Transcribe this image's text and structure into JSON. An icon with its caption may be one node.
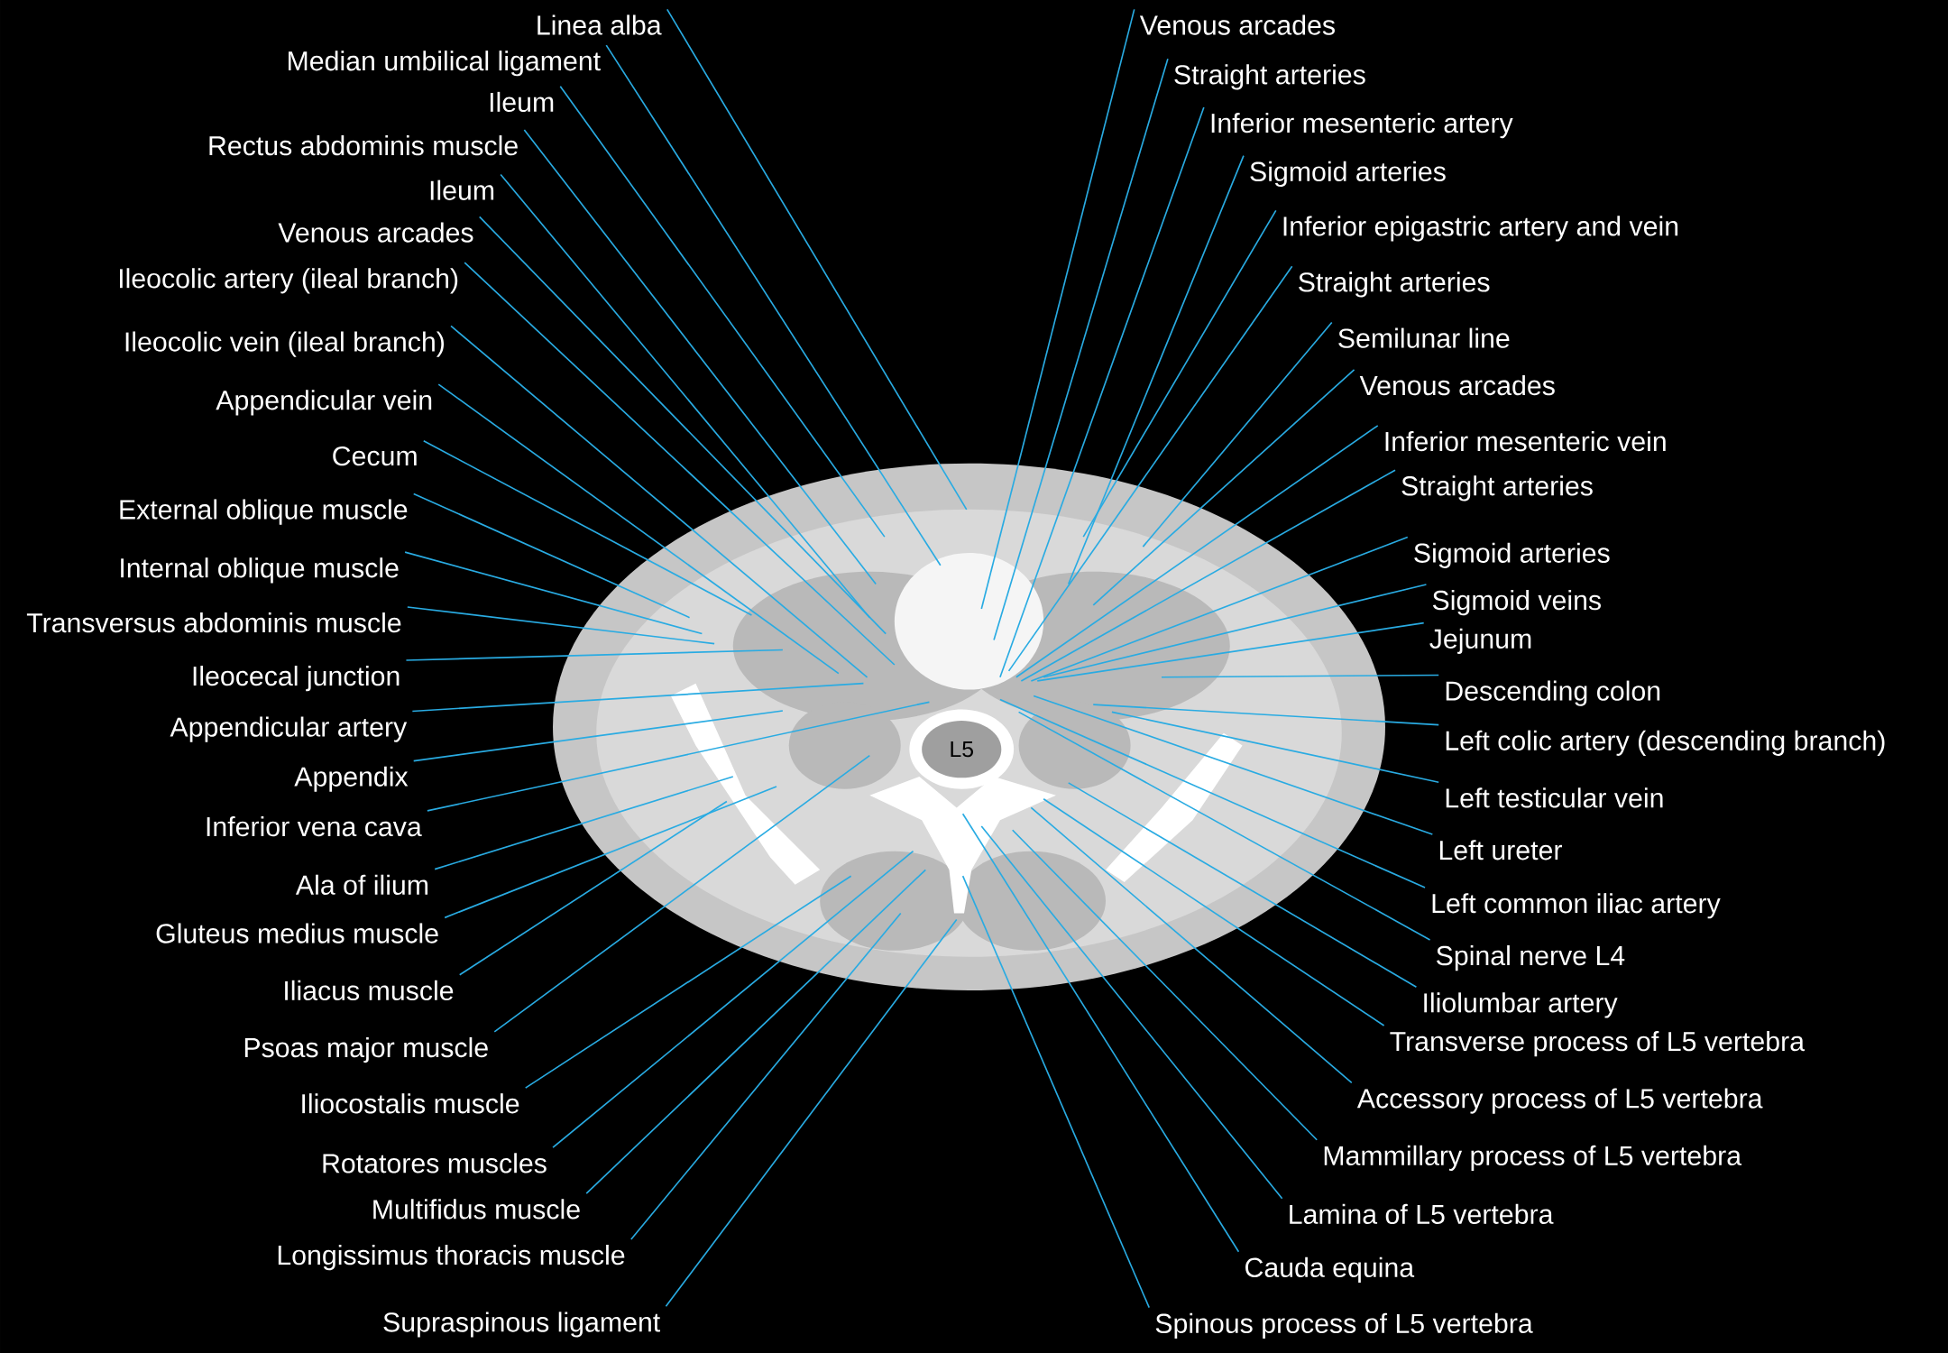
{
  "diagram": {
    "nodes": [
      {
        "text": [
          "Linea alba"
        ]
      },
      {
        "text": [
          "Median umbilical ligament"
        ]
      },
      {
        "text": [
          "Ileum"
        ]
      },
      {
        "text": [
          "Rectus abdominis muscle"
        ]
      },
      {
        "text": [
          "Ileum"
        ]
      },
      {
        "text": [
          "Venous arcades"
        ]
      },
      {
        "text": [
          "Ileocolic artery (ileal branch)"
        ]
      },
      {
        "text": [
          "Ileocolic vein (ileal branch)"
        ]
      },
      {
        "text": [
          "Appendicular vein"
        ]
      },
      {
        "text": [
          "Cecum"
        ]
      },
      {
        "text": [
          "External oblique muscle"
        ]
      },
      {
        "text": [
          "Internal oblique muscle"
        ]
      },
      {
        "text": [
          "Transversus abdominis muscle"
        ]
      },
      {
        "text": [
          "Ileocecal junction"
        ]
      },
      {
        "text": [
          "Appendicular artery"
        ]
      },
      {
        "text": [
          "Appendix"
        ]
      },
      {
        "text": [
          "Inferior vena cava"
        ]
      },
      {
        "text": [
          "Ala of ilium"
        ]
      },
      {
        "text": [
          "Gluteus medius muscle"
        ]
      },
      {
        "text": [
          "Iliacus muscle"
        ]
      },
      {
        "text": [
          "Psoas major muscle"
        ]
      },
      {
        "text": [
          "Iliocostalis muscle"
        ]
      },
      {
        "text": [
          "Rotatores muscles"
        ]
      },
      {
        "text": [
          "Multifidus muscle"
        ]
      },
      {
        "text": [
          "Longissimus thoracis muscle"
        ]
      },
      {
        "text": [
          "Supraspinous ligament"
        ]
      },
      {
        "text": [
          "Venous arcades"
        ]
      },
      {
        "text": [
          "Straight arteries"
        ]
      },
      {
        "text": [
          "Inferior mesenteric artery"
        ]
      },
      {
        "text": [
          "Sigmoid arteries"
        ]
      },
      {
        "text": [
          "Inferior epigastric artery and vein"
        ]
      },
      {
        "text": [
          "Straight arteries"
        ]
      },
      {
        "text": [
          "Semilunar line"
        ]
      },
      {
        "text": [
          "Venous arcades"
        ]
      },
      {
        "text": [
          "Inferior mesenteric vein"
        ]
      },
      {
        "text": [
          "Straight arteries"
        ]
      },
      {
        "text": [
          "Sigmoid arteries"
        ]
      },
      {
        "text": [
          "Sigmoid veins"
        ]
      },
      {
        "text": [
          "Jejunum"
        ]
      },
      {
        "text": [
          "Descending colon"
        ]
      },
      {
        "text": [
          "Left colic artery (descending branch)"
        ]
      },
      {
        "text": [
          "Left testicular vein"
        ]
      },
      {
        "text": [
          "Left ureter"
        ]
      },
      {
        "text": [
          "Left common iliac artery"
        ]
      },
      {
        "text": [
          "Spinal nerve L4"
        ]
      },
      {
        "text": [
          "Iliolumbar artery"
        ]
      },
      {
        "text": [
          "Transverse process of L5 vertebra"
        ]
      },
      {
        "text": [
          "Accessory process of L5 vertebra"
        ]
      },
      {
        "text": [
          "Mammillary process of L5 vertebra"
        ]
      },
      {
        "text": [
          "Lamina of L5 vertebra"
        ]
      },
      {
        "text": [
          "Cauda equina"
        ]
      },
      {
        "text": [
          "Spinous process of L5 vertebra"
        ]
      }
    ],
    "edges": [
      {
        "from": 0,
        "to": null,
        "arrow": "none"
      },
      {
        "from": 1,
        "to": null,
        "arrow": "none"
      },
      {
        "from": 2,
        "to": null,
        "arrow": "none"
      },
      {
        "from": 3,
        "to": null,
        "arrow": "none"
      },
      {
        "from": 4,
        "to": null,
        "arrow": "none"
      },
      {
        "from": 5,
        "to": null,
        "arrow": "none"
      },
      {
        "from": 6,
        "to": null,
        "arrow": "none"
      },
      {
        "from": 7,
        "to": null,
        "arrow": "none"
      },
      {
        "from": 8,
        "to": null,
        "arrow": "none"
      },
      {
        "from": 9,
        "to": null,
        "arrow": "none"
      },
      {
        "from": 10,
        "to": null,
        "arrow": "none"
      },
      {
        "from": 11,
        "to": null,
        "arrow": "none"
      },
      {
        "from": 12,
        "to": null,
        "arrow": "none"
      },
      {
        "from": 13,
        "to": null,
        "arrow": "none"
      },
      {
        "from": 14,
        "to": null,
        "arrow": "none"
      },
      {
        "from": 15,
        "to": null,
        "arrow": "none"
      },
      {
        "from": 16,
        "to": null,
        "arrow": "none"
      },
      {
        "from": 17,
        "to": null,
        "arrow": "none"
      },
      {
        "from": 18,
        "to": null,
        "arrow": "none"
      },
      {
        "from": 19,
        "to": null,
        "arrow": "none"
      },
      {
        "from": 20,
        "to": null,
        "arrow": "none"
      },
      {
        "from": 21,
        "to": null,
        "arrow": "none"
      },
      {
        "from": 22,
        "to": null,
        "arrow": "none"
      },
      {
        "from": 23,
        "to": null,
        "arrow": "none"
      },
      {
        "from": 24,
        "to": null,
        "arrow": "none"
      },
      {
        "from": 25,
        "to": null,
        "arrow": "none"
      },
      {
        "from": 26,
        "to": null,
        "arrow": "none"
      },
      {
        "from": 27,
        "to": null,
        "arrow": "none"
      },
      {
        "from": 28,
        "to": null,
        "arrow": "none"
      },
      {
        "from": 29,
        "to": null,
        "arrow": "none"
      },
      {
        "from": 30,
        "to": null,
        "arrow": "none"
      },
      {
        "from": 31,
        "to": null,
        "arrow": "none"
      },
      {
        "from": 32,
        "to": null,
        "arrow": "none"
      },
      {
        "from": 33,
        "to": null,
        "arrow": "none"
      },
      {
        "from": 34,
        "to": null,
        "arrow": "none"
      },
      {
        "from": 35,
        "to": null,
        "arrow": "none"
      },
      {
        "from": 36,
        "to": null,
        "arrow": "none"
      },
      {
        "from": 37,
        "to": null,
        "arrow": "none"
      },
      {
        "from": 38,
        "to": null,
        "arrow": "none"
      },
      {
        "from": 39,
        "to": null,
        "arrow": "none"
      },
      {
        "from": 40,
        "to": null,
        "arrow": "none"
      },
      {
        "from": 41,
        "to": null,
        "arrow": "none"
      },
      {
        "from": 42,
        "to": null,
        "arrow": "none"
      },
      {
        "from": 43,
        "to": null,
        "arrow": "none"
      },
      {
        "from": 44,
        "to": null,
        "arrow": "none"
      },
      {
        "from": 45,
        "to": null,
        "arrow": "none"
      },
      {
        "from": 46,
        "to": null,
        "arrow": "none"
      },
      {
        "from": 47,
        "to": null,
        "arrow": "none"
      },
      {
        "from": 48,
        "to": null,
        "arrow": "none"
      },
      {
        "from": 49,
        "to": null,
        "arrow": "none"
      },
      {
        "from": 50,
        "to": null,
        "arrow": "none"
      },
      {
        "from": 51,
        "to": null,
        "arrow": "none"
      }
    ],
    "labels": [
      "L5"
    ]
  }
}
